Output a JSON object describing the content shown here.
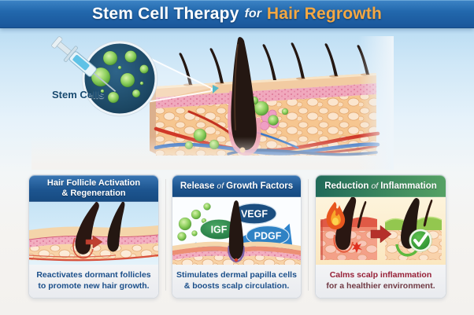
{
  "title": {
    "part1": "Stem Cell Therapy",
    "part2": "for",
    "part3": "Hair Regrowth"
  },
  "hero": {
    "label": "Stem Cells"
  },
  "panels": [
    {
      "header_line1": "Hair Follicle Activation",
      "header_line2": "& Regeneration",
      "caption_line1": "Reactivates dormant follicles",
      "caption_line2": "to promote new hair growth."
    },
    {
      "header_pre": "Release",
      "header_italic": "of",
      "header_post": "Growth Factors",
      "factors": {
        "igf": "IGF",
        "vegf": "VEGF",
        "pdgf": "PDGF"
      },
      "caption_line1": "Stimulates dermal papilla cells",
      "caption_line2": "& boosts scalp circulation."
    },
    {
      "header_pre": "Reduction",
      "header_italic": "of",
      "header_post": "Inflammation",
      "caption_line1": "Calms scalp inflammation",
      "caption_line2": "for a healthier environment."
    }
  ],
  "colors": {
    "banner_blue": "#1d5a9c",
    "accent_orange": "#f4a843",
    "panel_header_blue": "#1d5590",
    "panel_header_green": "#2f7d5e",
    "caption_blue": "#1b4f8a",
    "caption_maroon": "#961f36",
    "stem_cell_green": "#7ecb57",
    "vessel_red": "#d03828",
    "vessel_blue": "#2f6cc0"
  }
}
